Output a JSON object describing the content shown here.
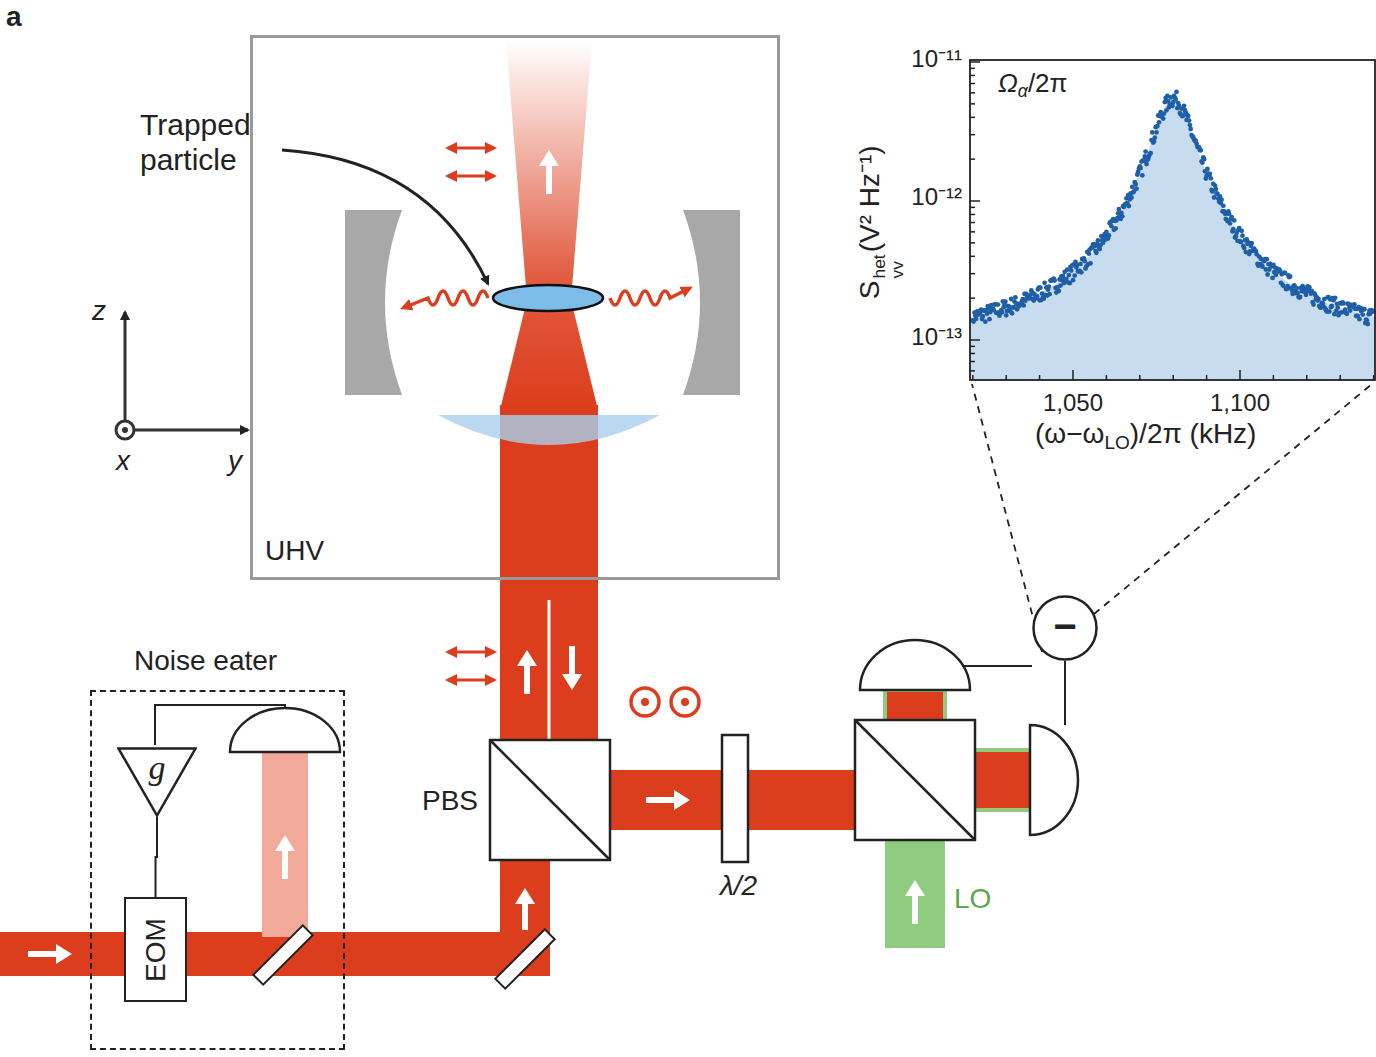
{
  "diagram": {
    "nodes": [
      {
        "text": [
          "UHV"
        ]
      },
      {
        "text": [
          "Noise eater"
        ]
      },
      {
        "text": [
          "g"
        ],
        "in": 1
      },
      {
        "text": [
          "EOM"
        ],
        "in": 1
      },
      {
        "text": [
          "PBS"
        ]
      },
      {
        "text": [
          "λ/2"
        ]
      },
      {
        "text": [
          "−"
        ]
      }
    ],
    "edges": [
      {
        "from": 2,
        "to": 3,
        "arrow": "none"
      }
    ],
    "labels": [
      "a",
      "Trapped particle",
      "z",
      "x",
      "y",
      "LO",
      "Ω",
      "α",
      "/2π",
      "S",
      "het",
      "vv",
      "(V² Hz⁻¹)",
      "10⁻¹¹",
      "10⁻¹²",
      "10⁻¹³",
      "1,050",
      "1,100",
      "(ω−ω",
      "LO",
      ")/2π (kHz)"
    ]
  }
}
